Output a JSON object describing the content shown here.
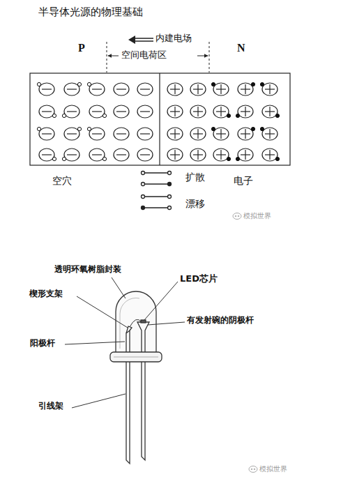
{
  "diagram": {
    "title": "半导体光源的物理基础",
    "labels": [
      "P",
      "N",
      "内建电场",
      "空间电荷区",
      "空穴",
      "电子",
      "模拟世界",
      "透明环氧树脂封装",
      "LED芯片",
      "楔形支架",
      "有发射碗的阴极杆",
      "阳极杆",
      "引线架",
      "模拟世界"
    ],
    "legend": [
      {
        "text": "扩散"
      },
      {
        "text": "漂移"
      }
    ]
  }
}
